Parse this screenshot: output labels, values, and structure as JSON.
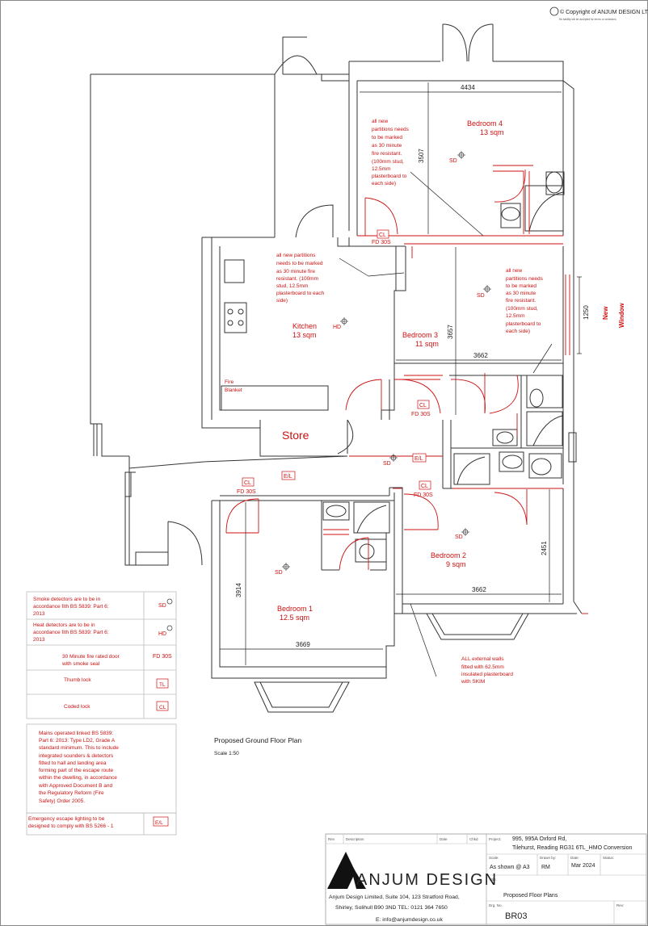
{
  "copyright": {
    "line1": "© Copyright of ANJUM DESIGN LTD",
    "line2": "No liability will be accepted for errors or omissions"
  },
  "rooms": {
    "bedroom4": {
      "name": "Bedroom 4",
      "area": "13 sqm"
    },
    "bedroom3": {
      "name": "Bedroom 3",
      "area": "11 sqm"
    },
    "kitchen": {
      "name": "Kitchen",
      "area": "13 sqm"
    },
    "store": {
      "name": "Store"
    },
    "bedroom1": {
      "name": "Bedroom 1",
      "area": "12.5 sqm"
    },
    "bedroom2": {
      "name": "Bedroom 2",
      "area": "9 sqm"
    }
  },
  "dimensions": {
    "b4_width": "4434",
    "b4_height": "3507",
    "b3_width": "3662",
    "b3_height": "3657",
    "window": "1250",
    "b2_width": "3662",
    "b2_height": "2451",
    "b1_width": "3669",
    "b1_height": "3914"
  },
  "symbols": {
    "sd": "SD",
    "hd": "HD",
    "cl": "CL",
    "fd": "FD 30S",
    "el": "E/L"
  },
  "notes": {
    "partition_b4": [
      "all new",
      "partitions needs",
      "to be marked",
      "as 30 minute",
      "fire resistant.",
      "(100mm stud,",
      "12.5mm",
      "plasterboard to",
      "each side)"
    ],
    "partition_kitchen": [
      "all new partitions",
      "needs to be marked",
      "as 30 minute fire",
      "resistant. (100mm",
      "stud, 12.5mm",
      "plasterboard to each",
      "side)"
    ],
    "partition_b3": [
      "all new",
      "partitions needs",
      "to be marked",
      "as 30 minute",
      "fire resistant.",
      "(100mm stud,",
      "12.5mm",
      "plasterboard to",
      "each side)"
    ],
    "new_window": [
      "New",
      "Window"
    ],
    "fire_blanket": [
      "Fire",
      "Blanket"
    ],
    "external_walls": [
      "ALL external walls",
      "fitted with 62.5mm",
      "insulated plasterboard",
      "with SKIM"
    ]
  },
  "plan_title": "Proposed Ground Floor Plan",
  "plan_scale": "Scale 1:50",
  "legend": {
    "smoke": [
      "Smoke detectors are to be in",
      "accordance fith BS 5839: Part 6:",
      "2013"
    ],
    "heat": [
      "Heat detectors are to be in",
      "accordance fith BS 5839: Part 6:",
      "2013"
    ],
    "fire_door": [
      "30 Minute fire rated door",
      "with smoke seal"
    ],
    "thumb_lock": "Thumb lock",
    "coded_lock": "Coded lock",
    "thumb_sym": "TL",
    "mains": [
      "Mains operated linked BS 5839:",
      "Part 6: 2013: Type LD2, Grade A",
      "standard minimum. This to include",
      "integrated sounders & detectors",
      "fitted to hall and landing area",
      "forming part of the escape route",
      "within the dwelling, in accordance",
      "with Approved Document B and",
      "the Regulatory Reform (Fire",
      "Safety) Order 2005."
    ],
    "emergency": [
      "Emergency escape lighting to be",
      "designed to comply with BS 5266 - 1"
    ]
  },
  "title_block": {
    "rev": "Rev",
    "description": "Description",
    "date": "Date",
    "chkd": "Chkd",
    "project_label": "Project:",
    "project": [
      "995, 995A Oxford Rd,",
      "Tilehurst, Reading RG31 6TL_HMO Conversion"
    ],
    "scale_label": "Scale:",
    "scale": "As shown @ A3",
    "drawn_label": "Drawn by:",
    "drawn": "RM",
    "date_label": "Date:",
    "date_val": "Mar 2024",
    "status_label": "Status:",
    "title_label": "Title:",
    "title": "Proposed Floor Plans",
    "dwg_label": "Drg. No.",
    "dwg": "BR03",
    "rev_label": "Rev:",
    "company_logo": "ANJUM DESIGN",
    "address": [
      "Anjum Design Limited,  Suite 104, 123 Stratford Road,",
      "Shirley, Solihull B90 3ND  TEL: 0121 364 7650"
    ],
    "email": "E: info@anjumdesign.co.uk"
  }
}
